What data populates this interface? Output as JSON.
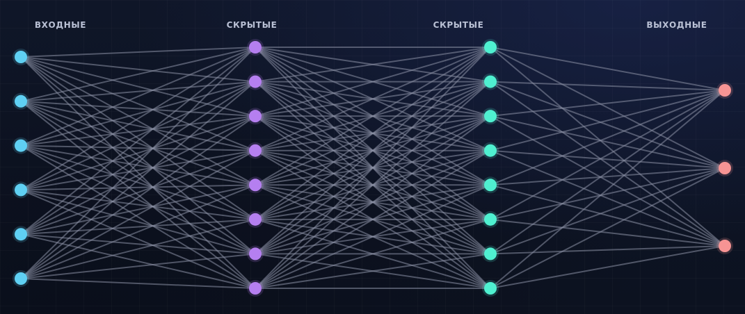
{
  "layers": [
    {
      "label": "ВХОДНЫЕ",
      "neurons": 6,
      "color": "#5fd0f3"
    },
    {
      "label": "СКРЫТЫЕ",
      "neurons": 8,
      "color": "#b57ff0"
    },
    {
      "label": "СКРЫТЫЕ",
      "neurons": 8,
      "color": "#4ff0d0"
    },
    {
      "label": "ВЫХОДНЫЕ",
      "neurons": 3,
      "color": "#f79494"
    }
  ],
  "connection_color": "#8a90a4",
  "background_color": "#0d1322"
}
